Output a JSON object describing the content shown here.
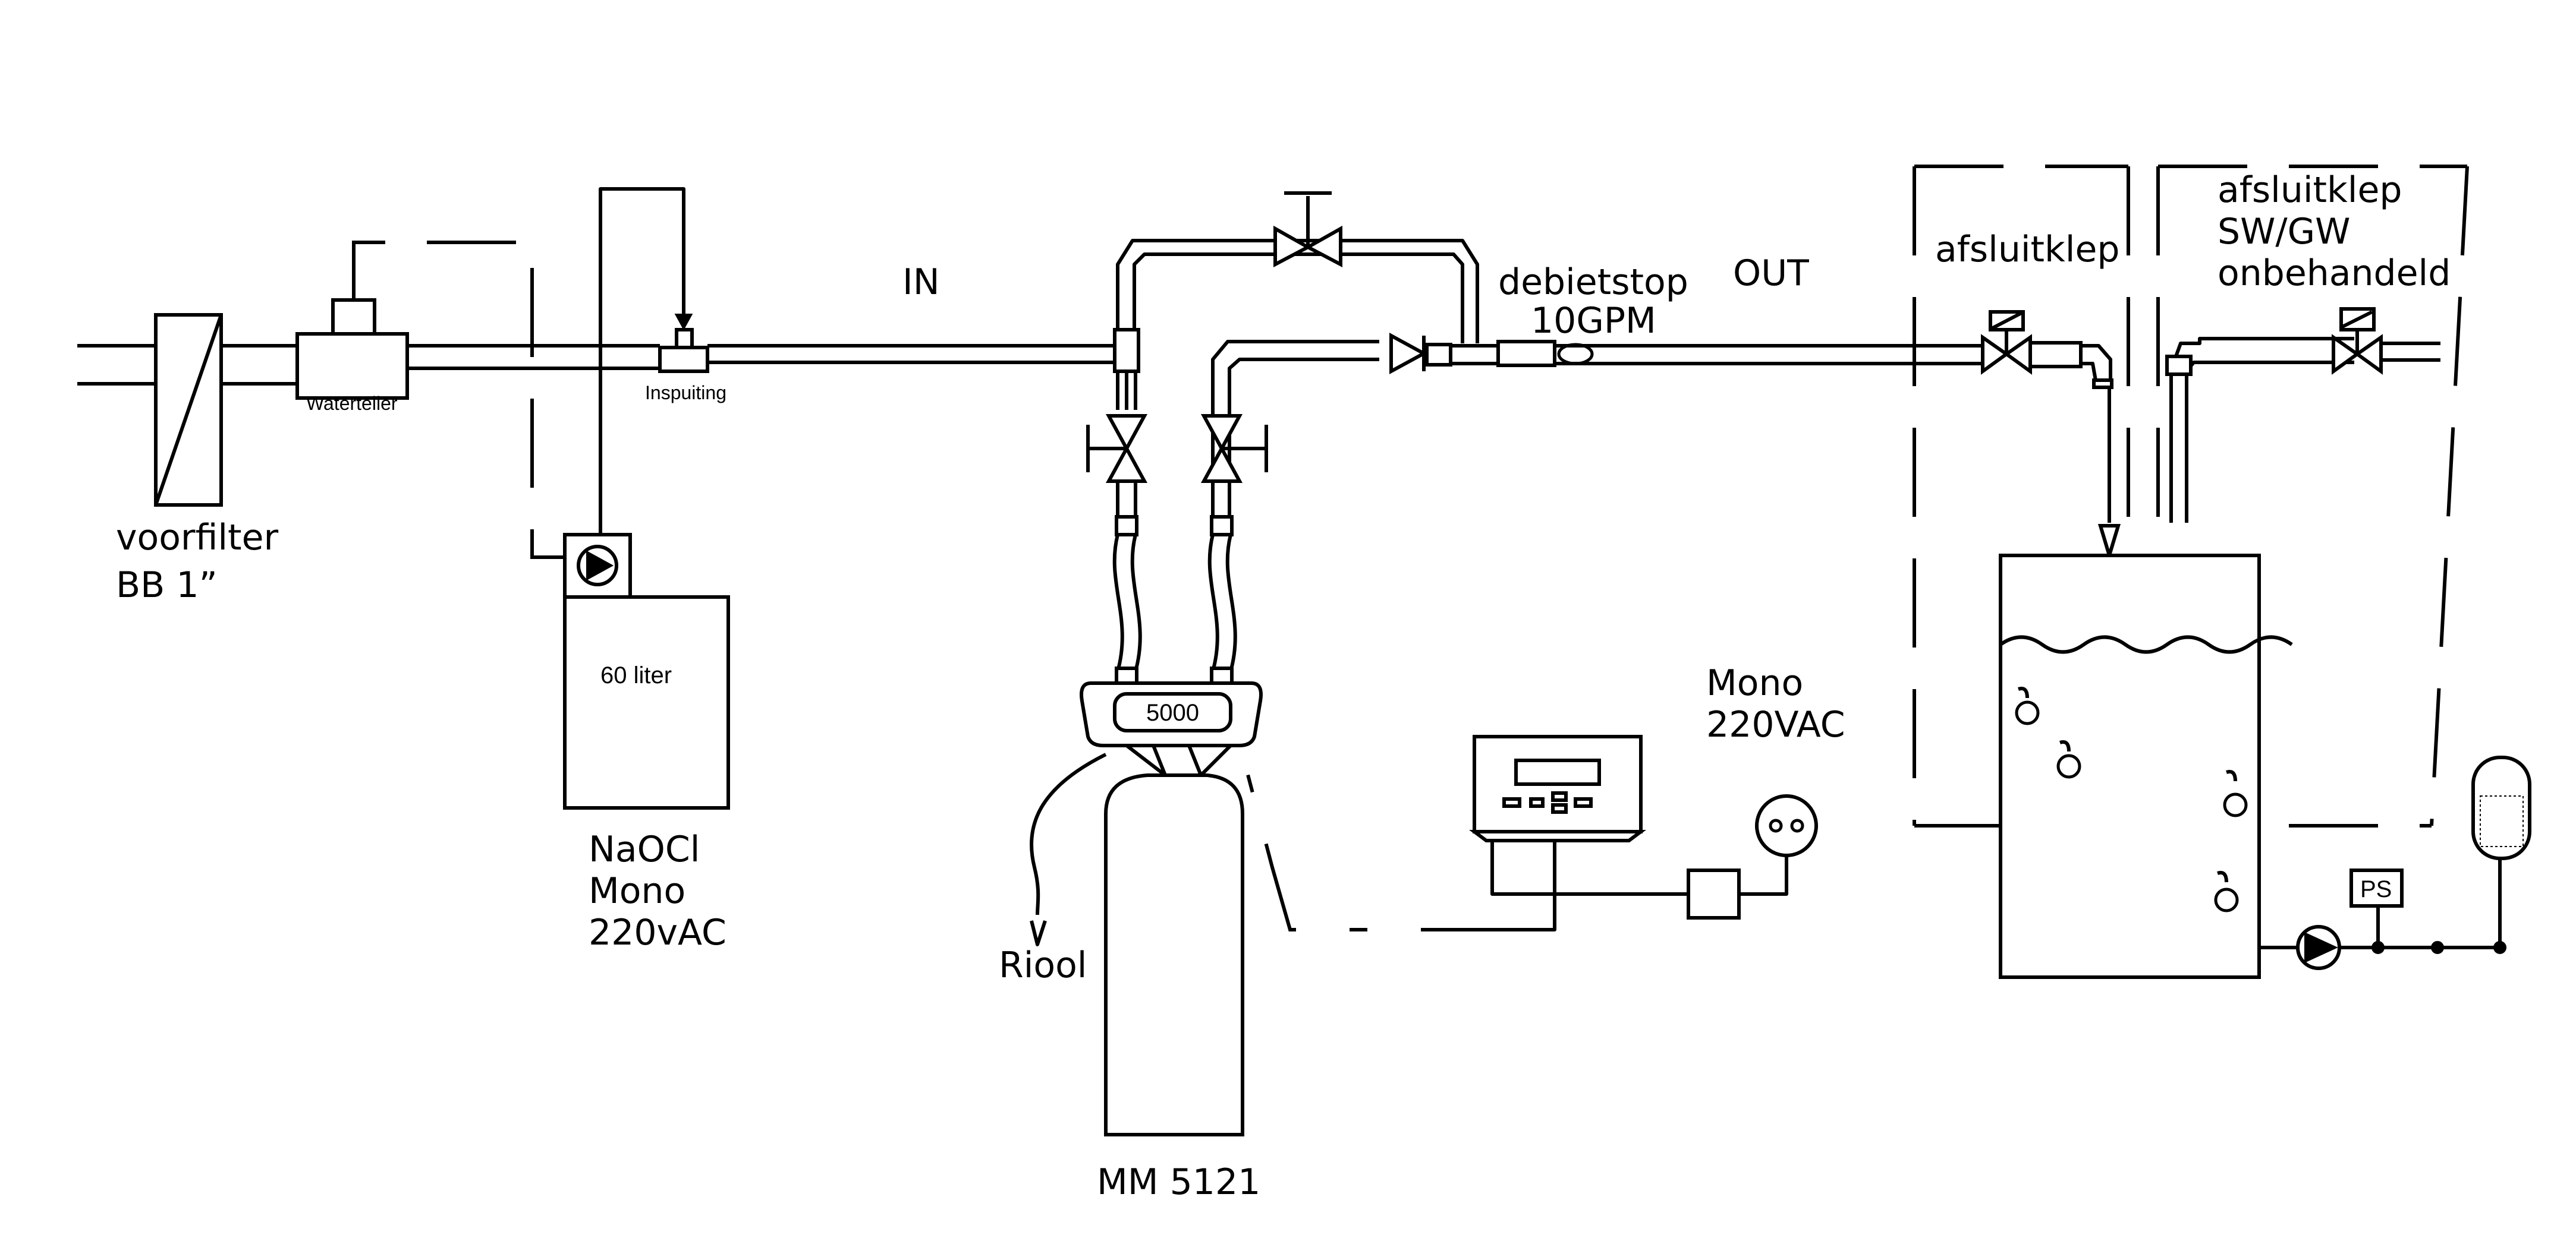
{
  "labels": {
    "voorfilter_line1": "voorfilter",
    "voorfilter_line2": "BB  1”",
    "waterteller": "Waterteller",
    "inspuiting": "Inspuiting",
    "tank_volume": "60 liter",
    "naocl_line1": "NaOCl",
    "naocl_line2": "Mono",
    "naocl_line3": "220vAC",
    "in": "IN",
    "debietstop_line1": "debietstop",
    "debietstop_line2": "10GPM",
    "out": "OUT",
    "afsluitklep": "afsluitklep",
    "afsluitklep2_line1": "afsluitklep",
    "afsluitklep2_line2": "SW/GW",
    "afsluitklep2_line3": "onbehandeld",
    "head_model": "5000",
    "riool": "Riool",
    "vessel": "MM  5121",
    "power_line1": "Mono",
    "power_line2": "220VAC",
    "pressure_switch": "PS"
  }
}
